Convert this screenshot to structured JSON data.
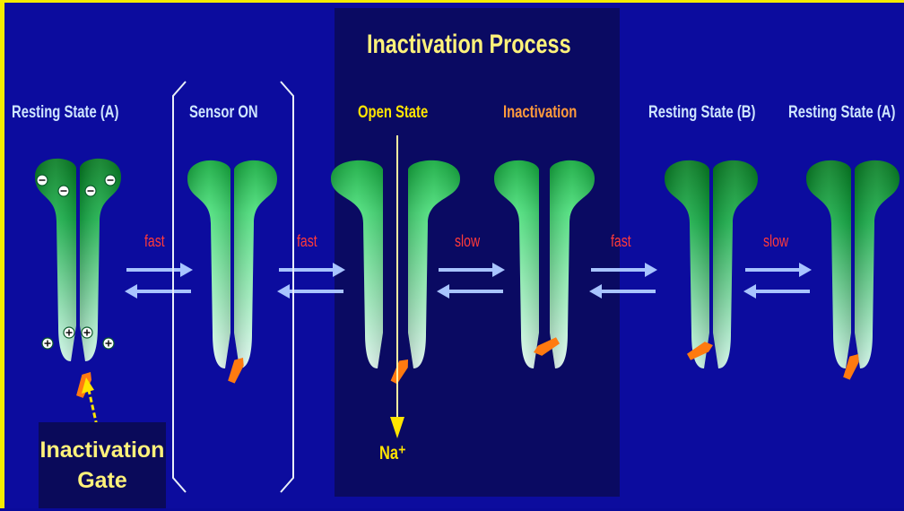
{
  "title": "Inactivation Process",
  "states": [
    {
      "label": "Resting State (A)"
    },
    {
      "label": "Sensor ON"
    },
    {
      "label": "Open State"
    },
    {
      "label": "Inactivation"
    },
    {
      "label": "Resting State (B)"
    },
    {
      "label": "Resting State (A)"
    }
  ],
  "transitions": [
    {
      "label": "fast"
    },
    {
      "label": "fast"
    },
    {
      "label": "slow"
    },
    {
      "label": "fast"
    },
    {
      "label": "slow"
    }
  ],
  "gate_label": "Inactivation Gate",
  "ion_label": "Na⁺",
  "colors": {
    "background": "#0c0c9e",
    "panel": "#0a0a62",
    "channel_top_dark": "#0a8a2a",
    "channel_top_light": "#7fffa0",
    "channel_bottom": "#e0fff4",
    "gate": "#ff7a10",
    "arrow": "#a8c4ff",
    "accent_yellow": "#f5ec00"
  }
}
